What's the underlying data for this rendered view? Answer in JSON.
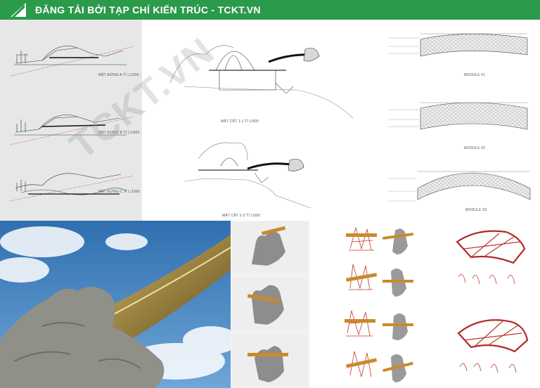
{
  "header": {
    "title": "ĐĂNG TẢI BỞI TẠP CHÍ KIẾN TRÚC - TCKT.VN",
    "bg_color": "#2b9a4a"
  },
  "elevations": {
    "labels": [
      "MẶT ĐỨNG A TỈ L/1000",
      "MẶT ĐỨNG B TỈ L/1000",
      "MẶT ĐỨNG C TỈ L/1000"
    ]
  },
  "sections": {
    "labels": [
      "MẶT CẮT 1-1 TỈ L/500",
      "MẶT CẮT 2-2 TỈ L/500"
    ]
  },
  "modules": {
    "labels": [
      "MODULE 01",
      "MODULE 02",
      "MODULE 03"
    ]
  },
  "watermark": "TCKT.VN"
}
